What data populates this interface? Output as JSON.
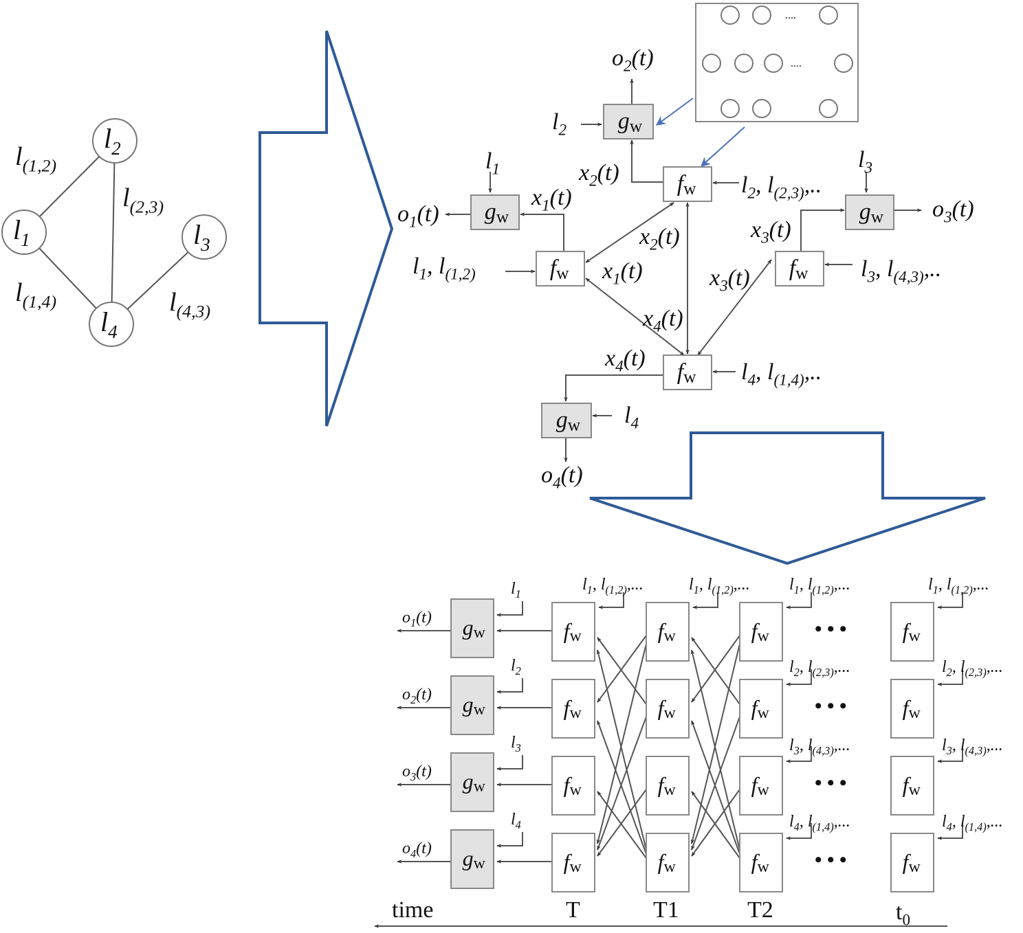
{
  "graph": {
    "nodes": {
      "n1": {
        "base": "l",
        "sub": "1"
      },
      "n2": {
        "base": "l",
        "sub": "2"
      },
      "n3": {
        "base": "l",
        "sub": "3"
      },
      "n4": {
        "base": "l",
        "sub": "4"
      }
    },
    "edges": {
      "e12": {
        "base": "l",
        "sub": "(1,2)"
      },
      "e23": {
        "base": "l",
        "sub": "(2,3)"
      },
      "e14": {
        "base": "l",
        "sub": "(1,4)"
      },
      "e43": {
        "base": "l",
        "sub": "(4,3)"
      }
    }
  },
  "boxes": {
    "g": {
      "base": "g",
      "sub": "w"
    },
    "f": {
      "base": "f",
      "sub": "w"
    }
  },
  "encoding": {
    "o1": {
      "base": "o",
      "sub": "1",
      "rest": "(t)"
    },
    "o2": {
      "base": "o",
      "sub": "2",
      "rest": "(t)"
    },
    "o3": {
      "base": "o",
      "sub": "3",
      "rest": "(t)"
    },
    "o4": {
      "base": "o",
      "sub": "4",
      "rest": "(t)"
    },
    "x1": {
      "base": "x",
      "sub": "1",
      "rest": "(t)"
    },
    "x2": {
      "base": "x",
      "sub": "2",
      "rest": "(t)"
    },
    "x3": {
      "base": "x",
      "sub": "3",
      "rest": "(t)"
    },
    "x4": {
      "base": "x",
      "sub": "4",
      "rest": "(t)"
    },
    "l1": {
      "base": "l",
      "sub": "1"
    },
    "l2": {
      "base": "l",
      "sub": "2"
    },
    "l3": {
      "base": "l",
      "sub": "3"
    },
    "l4": {
      "base": "l",
      "sub": "4"
    },
    "in1": {
      "base": "l",
      "sub": "1",
      "rest": ", l",
      "sub2": "(1,2)"
    },
    "in2": {
      "base": "l",
      "sub": "2",
      "rest": ", l",
      "sub2": "(2,3)",
      "rest2": ",.."
    },
    "in3": {
      "base": "l",
      "sub": "3",
      "rest": ", l",
      "sub2": "(4,3)",
      "rest2": ",.."
    },
    "in4": {
      "base": "l",
      "sub": "4",
      "rest": ", l",
      "sub2": "(1,4)",
      "rest2": ",.."
    },
    "nn_dots": "....",
    "nn_dots2": "...."
  },
  "unfolded": {
    "in1": {
      "base": "l",
      "sub": "1",
      "rest": ", l",
      "sub2": "(1,2)",
      "rest2": ",..."
    },
    "in2": {
      "base": "l",
      "sub": "2",
      "rest": ", l",
      "sub2": "(2,3)",
      "rest2": ",..."
    },
    "in3": {
      "base": "l",
      "sub": "3",
      "rest": ", l",
      "sub2": "(4,3)",
      "rest2": ",..."
    },
    "in4": {
      "base": "l",
      "sub": "4",
      "rest": ", l",
      "sub2": "(1,4)",
      "rest2": ",..."
    },
    "dots": "• • •",
    "time": {
      "base": "time"
    },
    "T": {
      "base": "T"
    },
    "T1": {
      "base": "T1"
    },
    "T2": {
      "base": "T2"
    },
    "t0": {
      "base": "t",
      "sub": "0"
    }
  },
  "colors": {
    "big_arrow": "#2f5a96",
    "pointer": "#4a72b8",
    "gw_fill": "#e2e2e2"
  }
}
